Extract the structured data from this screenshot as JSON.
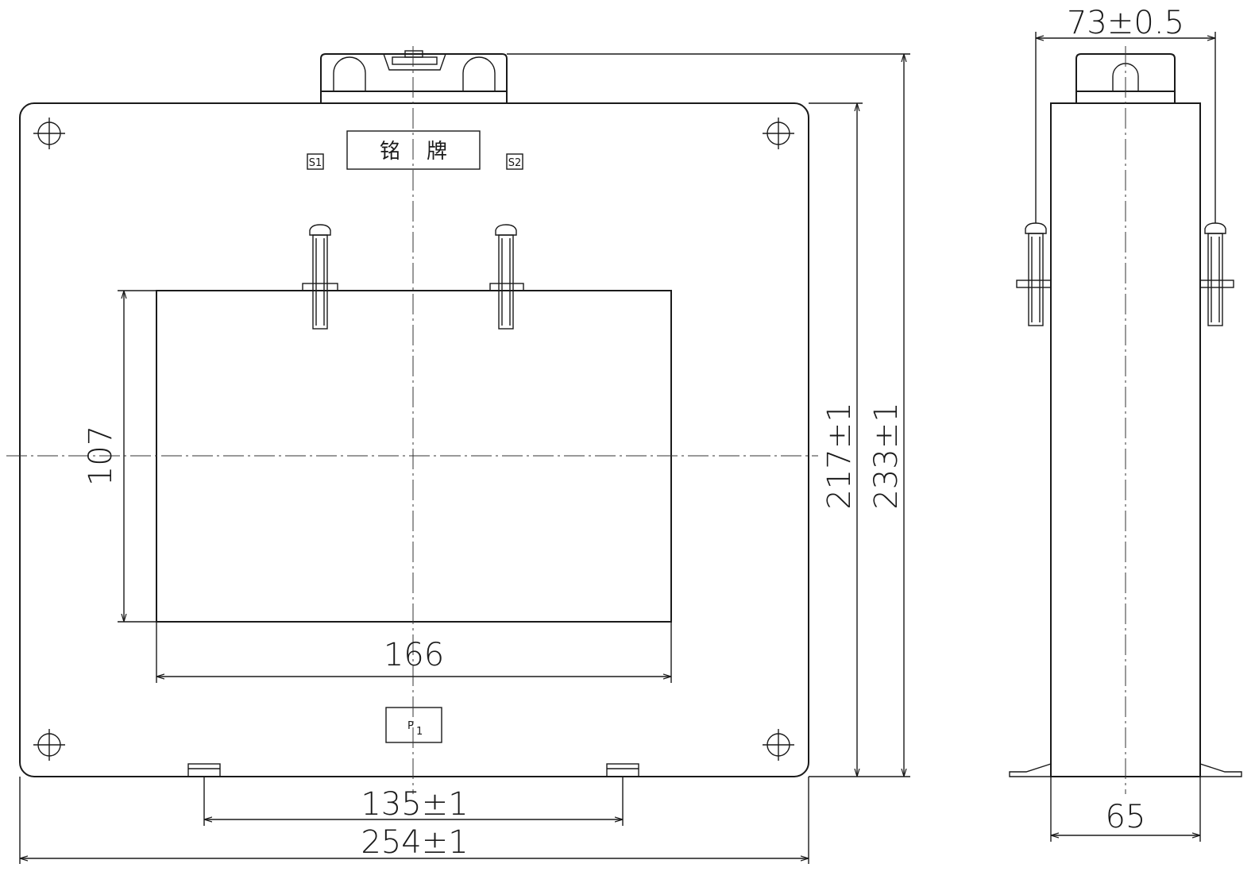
{
  "nameplate": {
    "char1": "铭",
    "char2": "牌"
  },
  "terminals": {
    "s1": "S1",
    "s2": "S2",
    "p1_main": "P",
    "p1_sub": "1"
  },
  "dimensions": {
    "window_height": "107",
    "window_width": "166",
    "body_height": "217±1",
    "total_height": "233±1",
    "mount_spacing": "135±1",
    "overall_width": "254±1",
    "side_top_width": "73±0.5",
    "side_depth": "65"
  }
}
